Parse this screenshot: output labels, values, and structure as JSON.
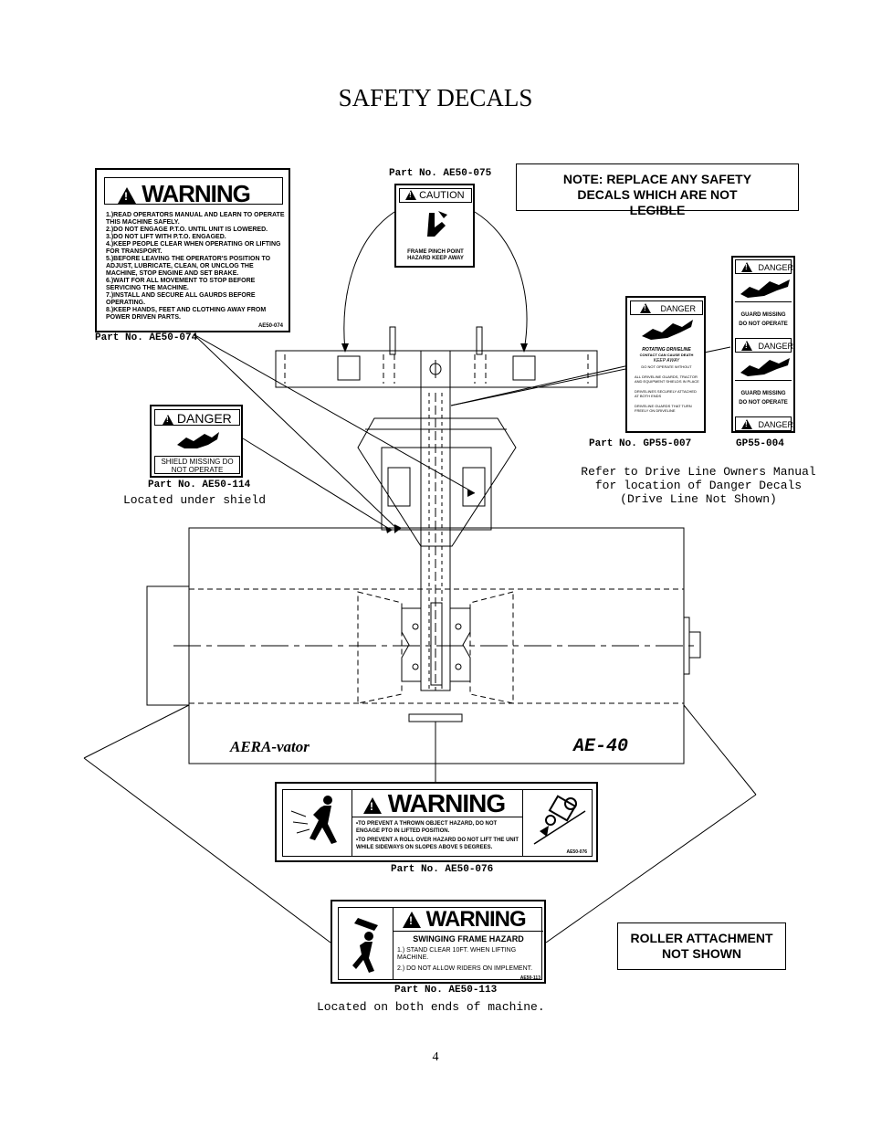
{
  "page": {
    "title": "SAFETY DECALS",
    "page_number": "4"
  },
  "notes": {
    "replace": "NOTE: REPLACE ANY SAFETY DECALS WHICH ARE NOT LEGIBLE",
    "roller": "ROLLER ATTACHMENT NOT SHOWN"
  },
  "decals": {
    "ae50_074": {
      "header": "WARNING",
      "items": [
        "1.)READ OPERATORS MANUAL AND LEARN TO OPERATE THIS MACHINE SAFELY.",
        "2.)DO NOT ENGAGE P.T.O. UNTIL UNIT IS LOWERED.",
        "3.)DO NOT LIFT WITH P.T.O. ENGAGED.",
        "4.)KEEP PEOPLE CLEAR WHEN OPERATING OR LIFTING FOR TRANSPORT.",
        "5.)BEFORE LEAVING THE OPERATOR'S POSITION TO ADJUST, LUBRICATE, CLEAN, OR UNCLOG THE MACHINE, STOP ENGINE AND SET BRAKE.",
        "6.)WAIT FOR ALL MOVEMENT TO STOP BEFORE SERVICING THE MACHINE.",
        "7.)INSTALL AND SECURE ALL GAURDS BEFORE OPERATING.",
        "8.)KEEP HANDS, FEET AND CLOTHING AWAY FROM POWER DRIVEN PARTS."
      ],
      "code": "AE50-074",
      "part_label": "Part No. AE50-074"
    },
    "ae50_075": {
      "part_label": "Part No. AE50-075",
      "header": "CAUTION",
      "text": "FRAME PINCH POINT HAZARD KEEP AWAY"
    },
    "ae50_114": {
      "header": "DANGER",
      "text": "SHIELD MISSING DO NOT OPERATE",
      "part_label": "Part No. AE50-114",
      "location": "Located under shield"
    },
    "gp55_007": {
      "header": "DANGER",
      "title": "ROTATING DRIVELINE",
      "line1": "CONTACT CAN CAUSE DEATH",
      "line2": "KEEP AWAY",
      "line3": "DO NOT OPERATE WITHOUT",
      "bullets": [
        "ALL DRIVELINE GUARDS, TRACTOR AND EQUIPMENT SHIELDS IN PLACE",
        "DRIVELINES SECURELY ATTACHED AT BOTH ENDS",
        "DRIVELINE GUARDS THAT TURN FREELY ON DRIVELINE"
      ],
      "part_label": "Part No. GP55-007"
    },
    "gp55_004": {
      "header": "DANGER",
      "text1": "GUARD MISSING",
      "text2": "DO NOT OPERATE",
      "part_label": "GP55-004"
    },
    "driveline_note": {
      "line1": "Refer to Drive Line Owners Manual",
      "line2": "for location of Danger Decals",
      "line3": "(Drive Line Not Shown)"
    },
    "ae50_076": {
      "header": "WARNING",
      "line1": "•TO PREVENT A THROWN OBJECT HAZARD, DO NOT ENGAGE PTO IN LIFTED POSITION.",
      "line2": "•TO PREVENT A ROLL OVER HAZARD DO NOT LIFT THE UNIT WHILE SIDEWAYS ON SLOPES ABOVE 5 DEGREES.",
      "code": "AE50-076",
      "part_label": "Part No. AE50-076"
    },
    "ae50_113": {
      "header": "WARNING",
      "subheader": "SWINGING FRAME HAZARD",
      "item1": "1.) STAND CLEAR 10FT. WHEN LIFTING MACHINE.",
      "item2": "2.) DO NOT ALLOW RIDERS ON IMPLEMENT.",
      "code": "AE50-113",
      "part_label": "Part No. AE50-113",
      "location": "Located on both ends of machine."
    }
  },
  "machine": {
    "brand": "AERA-vator",
    "model": "AE-40"
  }
}
